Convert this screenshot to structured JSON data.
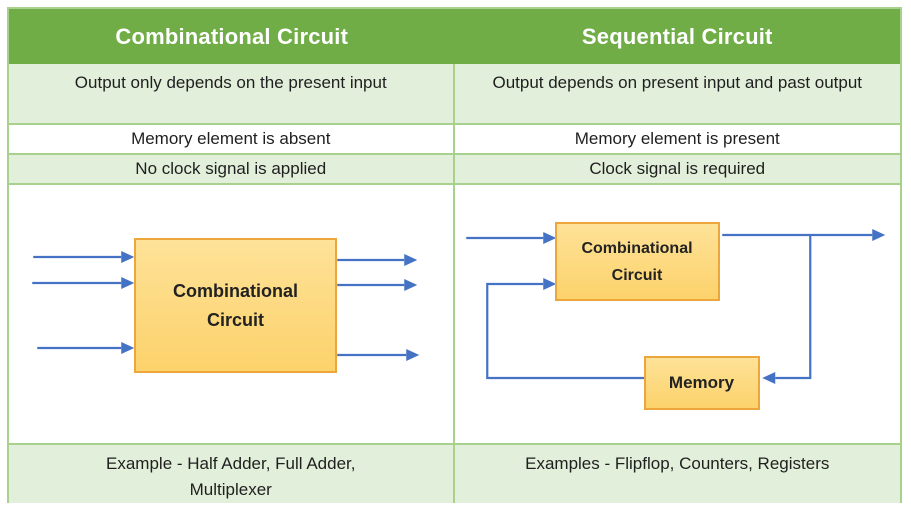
{
  "columns": [
    {
      "id": "combinational",
      "header": "Combinational Circuit",
      "dependency": "Output only depends on the present input",
      "memory": "Memory element is absent",
      "clock": "No clock signal is applied",
      "example": "Example - Half Adder, Full Adder, Multiplexer",
      "diagram": {
        "box_line1": "Combinational",
        "box_line2": "Circuit"
      }
    },
    {
      "id": "sequential",
      "header": "Sequential Circuit",
      "dependency": "Output depends on present input and past output",
      "memory": "Memory element is present",
      "clock": "Clock signal is required",
      "example": "Examples - Flipflop, Counters, Registers",
      "diagram": {
        "box_line1": "Combinational",
        "box_line2": "Circuit",
        "memory_label": "Memory"
      }
    }
  ],
  "colors": {
    "header_green": "#70AD47",
    "row_light_green": "#E2EFDA",
    "border_green": "#A9D18E",
    "box_fill": "#FCD77B",
    "box_border": "#EDA63B",
    "arrow_blue": "#4472C4",
    "header_text": "#FFFFFF",
    "body_text": "#1F1F1F"
  }
}
